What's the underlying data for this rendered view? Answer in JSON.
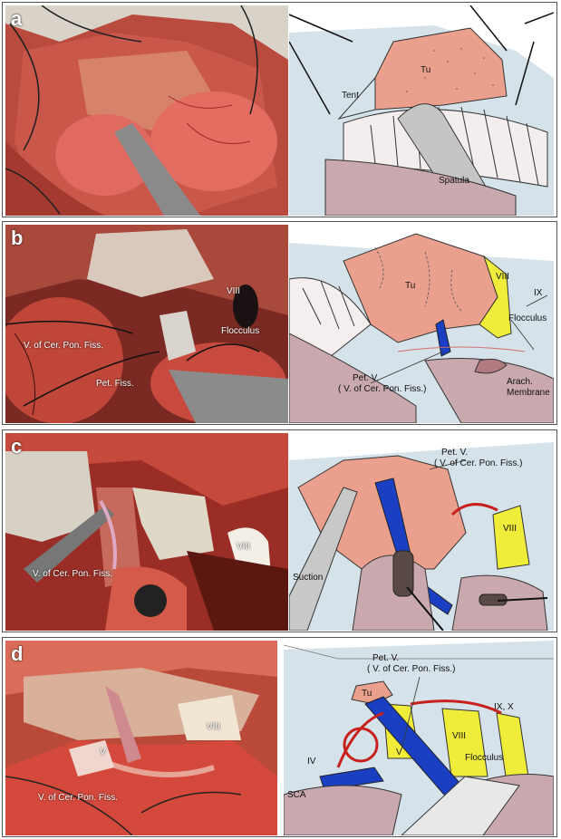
{
  "panels": [
    {
      "label": "a",
      "drawing_labels": {
        "tu": "Tu",
        "tent": "Tent",
        "spatula": "Spatula"
      }
    },
    {
      "label": "b",
      "photo_labels": {
        "viii": "VIII",
        "v_cer": "V. of Cer. Pon. Fiss.",
        "pet_fiss": "Pet. Fiss.",
        "flocculus": "Flocculus"
      },
      "drawing_labels": {
        "tu": "Tu",
        "viii": "VIII",
        "ix": "IX",
        "flocculus": "Flocculus",
        "pet_v": "Pet. V.",
        "v_cer": "( V. of Cer. Pon. Fiss.)",
        "arach1": "Arach.",
        "arach2": "Membrane"
      }
    },
    {
      "label": "c",
      "photo_labels": {
        "viii": "VIII",
        "v_cer": "V. of Cer. Pon. Fiss."
      },
      "drawing_labels": {
        "pet_v": "Pet. V.",
        "v_cer": "( V. of Cer. Pon. Fiss.)",
        "viii": "VIII",
        "suction": "Suction"
      }
    },
    {
      "label": "d",
      "photo_labels": {
        "viii": "VIII",
        "v": "V",
        "v_cer": "V. of Cer. Pon. Fiss."
      },
      "drawing_labels": {
        "pet_v": "Pet. V.",
        "v_cer": "( V. of Cer. Pon. Fiss.)",
        "tu": "Tu",
        "ix_x": "IX, X",
        "viii": "VIII",
        "flocculus": "Flocculus",
        "iv": "IV",
        "v": "V",
        "sca": "SCA"
      }
    }
  ]
}
